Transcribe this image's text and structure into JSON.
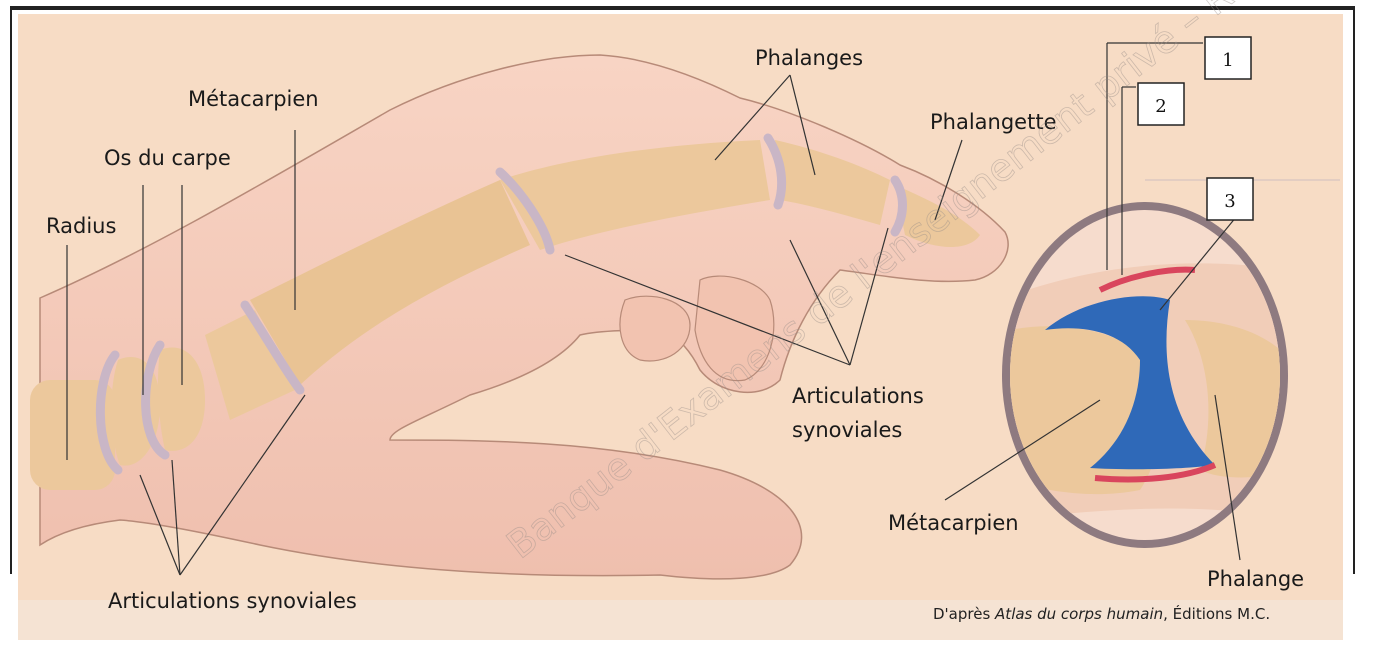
{
  "labels": {
    "metacarpien_top": "Métacarpien",
    "os_du_carpe": "Os du carpe",
    "radius": "Radius",
    "phalanges": "Phalanges",
    "phalangette": "Phalangette",
    "articulations_synoviales_mid_1": "Articulations",
    "articulations_synoviales_mid_2": "synoviales",
    "articulations_synoviales_bottom": "Articulations synoviales",
    "metacarpien_zoom": "Métacarpien",
    "phalange": "Phalange",
    "box_1": "1",
    "box_2": "2",
    "box_3": "3"
  },
  "credit": {
    "prefix": "D'après ",
    "title": "Atlas du corps humain",
    "suffix": ", Éditions M.C."
  },
  "watermark": "Banque d'Examens de l'enseignement privé – Réseau SCÉREN",
  "colors": {
    "background": "#f7dcc5",
    "skin": "#f4c9b6",
    "bone": "#ecc89c",
    "cartilage": "#c9b6c6",
    "synovial_blue": "#2f69b8",
    "membrane_red": "#d9455d"
  }
}
